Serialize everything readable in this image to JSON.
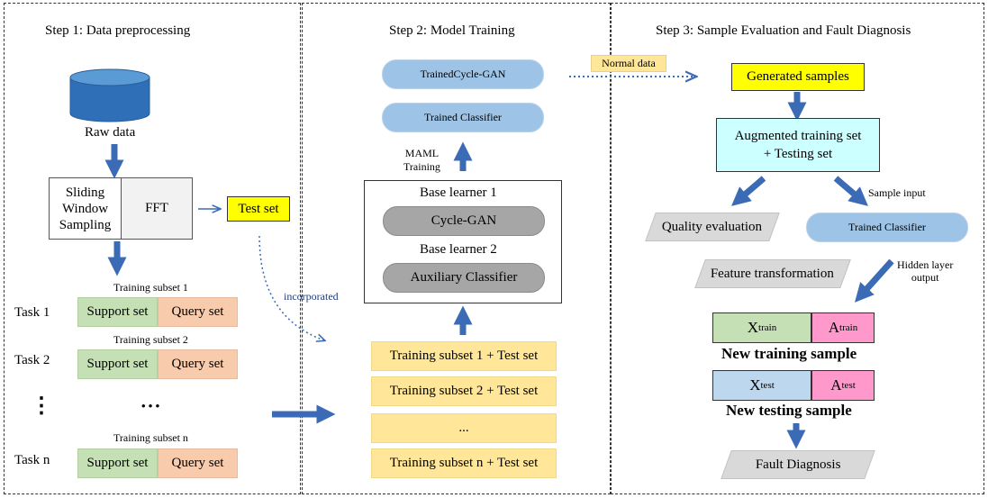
{
  "steps": {
    "step1": "Step 1: Data preprocessing",
    "step2": "Step 2: Model Training",
    "step3": "Step 3: Sample Evaluation and Fault Diagnosis"
  },
  "step1": {
    "raw_data": "Raw data",
    "sliding": [
      "Sliding",
      "Window",
      "Sampling"
    ],
    "fft": "FFT",
    "test_set": "Test set",
    "training_subset_1": "Training subset 1",
    "training_subset_2": "Training subset 2",
    "training_subset_n": "Training subset n",
    "task1": "Task 1",
    "task2": "Task 2",
    "taskn": "Task n",
    "vdots": "⋮",
    "hdots": "• • •",
    "support": "Support set",
    "query": "Query set"
  },
  "step2": {
    "incorporated": "incorporated",
    "trained_cyclegan": "TrainedCycle-GAN",
    "trained_classifier": "Trained Classifier",
    "maml": [
      "MAML",
      "Training"
    ],
    "base_learner_1": "Base learner 1",
    "cycle_gan": "Cycle-GAN",
    "base_learner_2": "Base learner 2",
    "aux_classifier": "Auxiliary Classifier",
    "subsets": [
      "Training subset 1 + Test set",
      "Training subset 2 + Test set",
      "...",
      "Training subset n + Test set"
    ]
  },
  "step3": {
    "normal_data": "Normal data",
    "generated": "Generated samples",
    "augmented": [
      "Augmented training set",
      "+ Testing set"
    ],
    "sample_input": "Sample input",
    "quality": "Quality evaluation",
    "trained_classifier": "Trained Classifier",
    "feature_transformation": "Feature transformation",
    "hidden_layer": [
      "Hidden layer",
      "output"
    ],
    "x": "X",
    "a": "A",
    "train_sub": "train",
    "test_sub": "test",
    "new_training": "New training sample",
    "new_testing": "New testing sample",
    "fault": "Fault Diagnosis"
  },
  "colors": {
    "arrow_blue": "#3b6bb5",
    "pill_blue": "#9dc3e6",
    "support_green": "#c5e0b4",
    "query_salmon": "#f8cbad",
    "subset_yellow": "#ffe699",
    "highlight_yellow": "#ffff00",
    "cyan_box": "#ccffff",
    "a_pink": "#ff99cc",
    "x_test_blue": "#bdd7ee"
  }
}
